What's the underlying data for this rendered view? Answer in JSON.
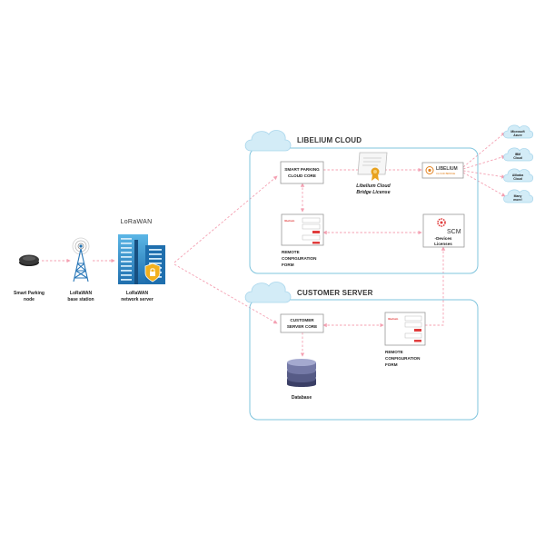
{
  "colors": {
    "panel_border": "#7fc4dd",
    "cloud_fill": "#d3ecf7",
    "connector": "#f4a0b2",
    "building": "#2d8fce",
    "accent_red": "#e03c3c",
    "license_badge": "#e8a21f"
  },
  "lorawan_logo": "LoRaWAN",
  "nodes": {
    "sensor": {
      "line1": "Smart Parking",
      "line2": "node",
      "icon": "parking-sensor-icon"
    },
    "base_station": {
      "line1": "LoRaWAN",
      "line2": "base station",
      "icon": "antenna-tower-icon"
    },
    "network_server": {
      "line1": "LoRaWAN",
      "line2": "network server",
      "icon": "server-building-icon"
    }
  },
  "libelium_cloud": {
    "title": "LIBELIUM CLOUD",
    "core": {
      "line1": "SMART PARKING",
      "line2": "CLOUD CORE"
    },
    "license": {
      "line1": "Libelium Cloud",
      "line2": "Bridge License",
      "icon": "certificate-icon"
    },
    "bridge": {
      "brand": "LIBELIUM",
      "sub": "CLOUD BRIDGE"
    },
    "remote_form": {
      "line1": "REMOTE",
      "line2": "CONFIGURATION",
      "line3": "FORM",
      "form_brand": "libelium"
    },
    "scm": {
      "name": "SCM",
      "line1": "-Devices",
      "line2": "Licenses",
      "icon": "gear-icon"
    }
  },
  "customer_server": {
    "title": "CUSTOMER SERVER",
    "core": {
      "line1": "CUSTOMER",
      "line2": "SERVER CORE"
    },
    "database": {
      "label": "Database",
      "icon": "database-icon"
    },
    "remote_form": {
      "line1": "REMOTE",
      "line2": "CONFIGURATION",
      "line3": "FORM",
      "form_brand": "libelium"
    }
  },
  "cloud_platforms": [
    {
      "line1": "Microsoft",
      "line2": "Azure"
    },
    {
      "line1": "IBM",
      "line2": "Cloud"
    },
    {
      "line1": "Alibaba",
      "line2": "Cloud"
    },
    {
      "line1": "Many",
      "line2": "more!"
    }
  ]
}
